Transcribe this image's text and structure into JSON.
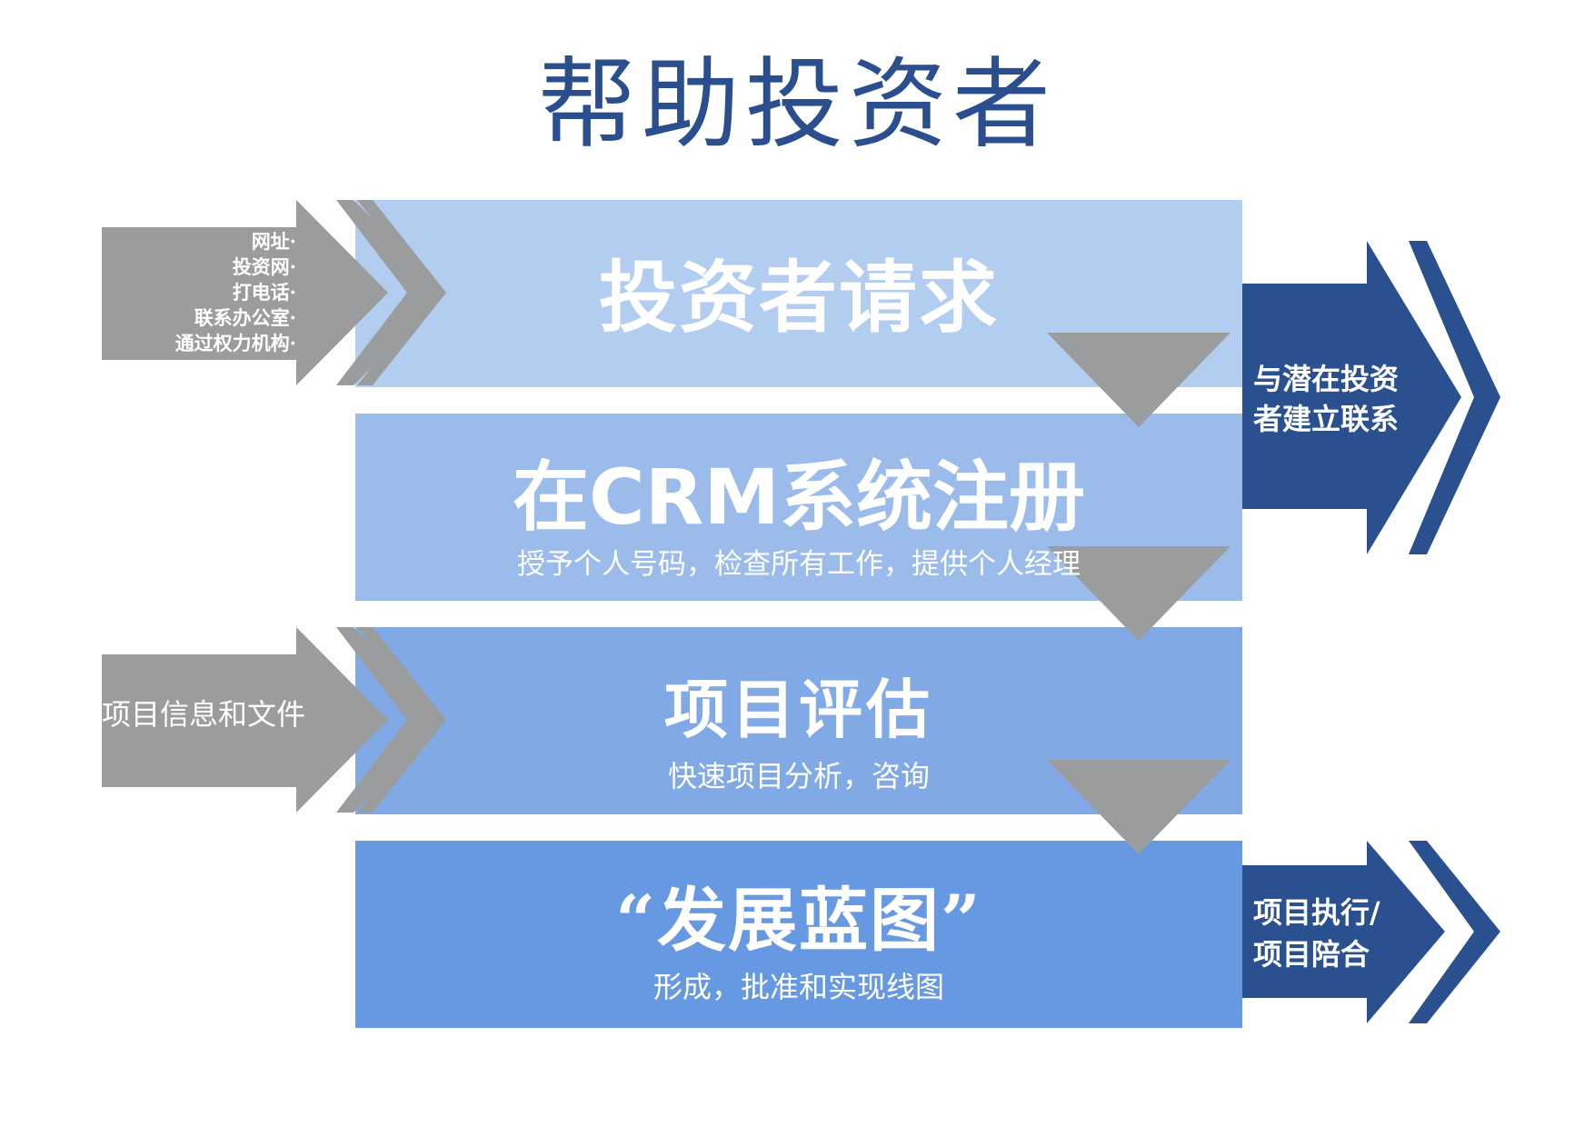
{
  "title": "帮助投资者",
  "colors": {
    "title": "#2b4f8e",
    "band1": "#b3cdf1",
    "band2": "#9bbceb",
    "band3": "#80a9e6",
    "band4": "#6798e2",
    "gray_arrow": "#9a9c9e",
    "dark_arrow": "#2b5090"
  },
  "steps": [
    {
      "title": "投资者请求",
      "subtitle": ""
    },
    {
      "title": "在CRM系统注册",
      "subtitle": "授予个人号码，检查所有工作，提供个人经理"
    },
    {
      "title": "项目评估",
      "subtitle": "快速项目分析，咨询"
    },
    {
      "title": "“发展蓝图”",
      "subtitle": "形成，批准和实现线图"
    }
  ],
  "left_inputs": {
    "first": [
      "网址·",
      "投资网·",
      "打电话·",
      "联系办公室·",
      "通过权力机构·"
    ],
    "second": "项目信息和文件"
  },
  "right_outputs": {
    "first": [
      "与潜在投资",
      "者建立联系"
    ],
    "second": [
      "项目执行/",
      "项目陪合"
    ]
  }
}
